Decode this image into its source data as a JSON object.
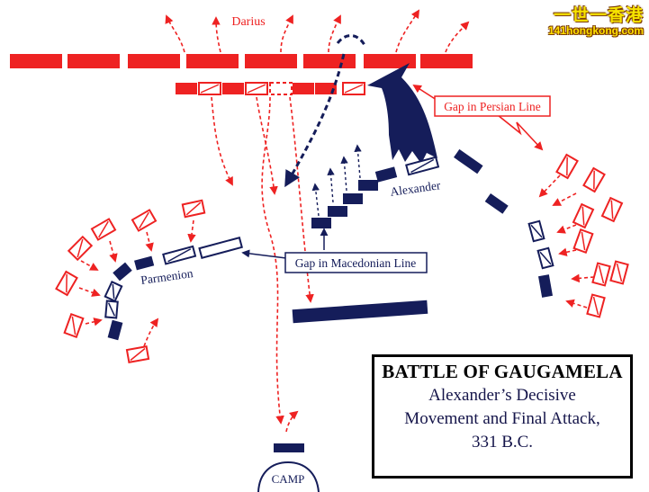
{
  "labels": {
    "darius": "Darius",
    "alexander": "Alexander",
    "parmenion": "Parmenion",
    "camp": "CAMP",
    "gap_persian": "Gap in Persian Line",
    "gap_macedonian": "Gap in Macedonian Line"
  },
  "title": {
    "main": "BATTLE OF GAUGAMELA",
    "line1": "Alexander’s Decisive",
    "line2": "Movement and Final Attack,",
    "line3": "331 B.C."
  },
  "watermark": {
    "chinese": "一世一香港",
    "url": "141hongkong.com"
  },
  "colors": {
    "persian": "#ee2222",
    "macedonian": "#151d5a",
    "background": "#ffffff"
  }
}
